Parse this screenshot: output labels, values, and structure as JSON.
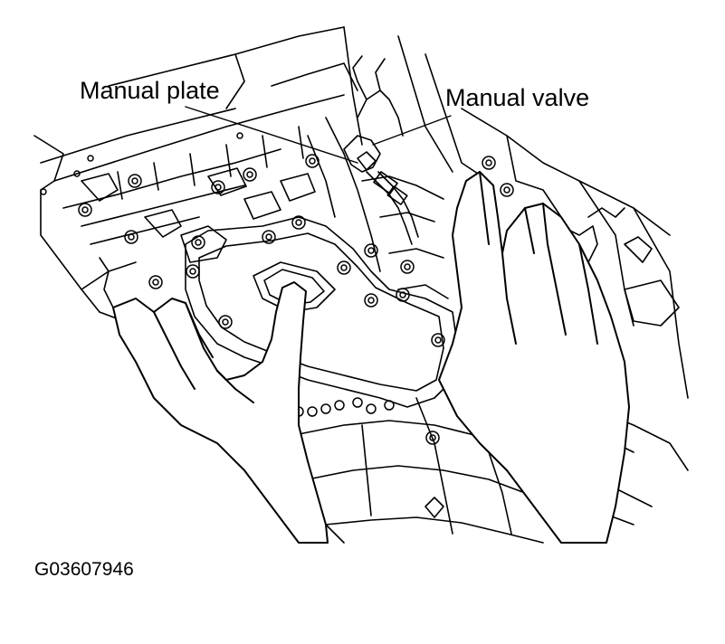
{
  "labels": {
    "manual_plate": "Manual plate",
    "manual_valve": "Manual valve"
  },
  "figure_code": "G03607946",
  "colors": {
    "line": "#000000",
    "background": "#ffffff"
  }
}
